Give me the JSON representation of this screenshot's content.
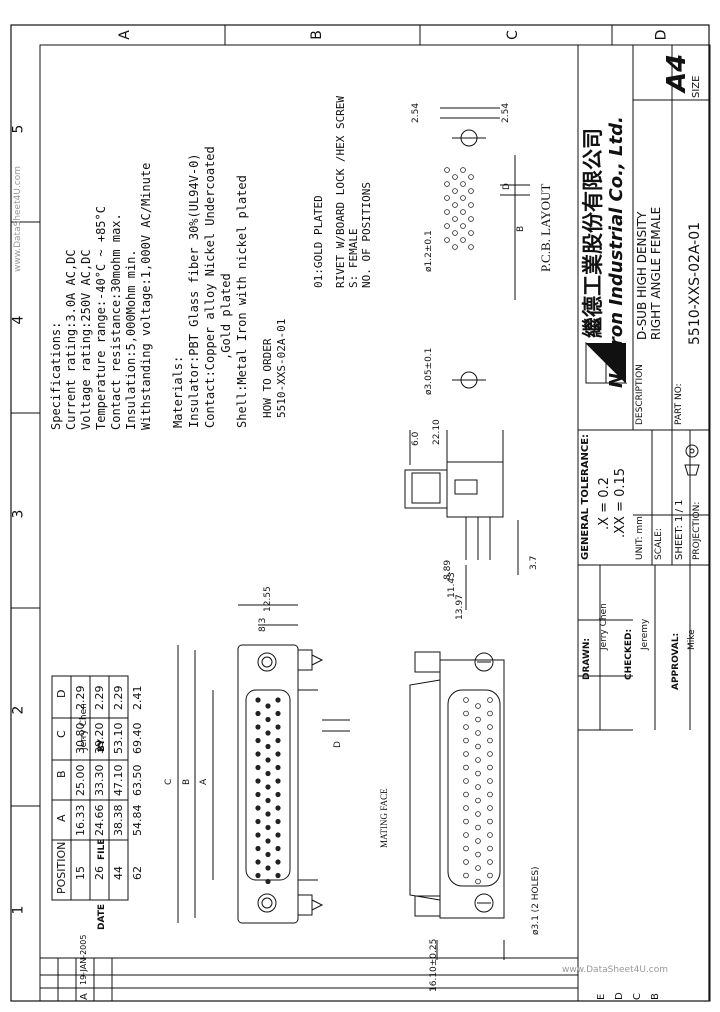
{
  "zones": {
    "top": [
      "A",
      "B",
      "C",
      "D"
    ],
    "left": [
      "5",
      "4",
      "3",
      "2",
      "1"
    ]
  },
  "specs": {
    "heading": "Specifications:",
    "lines": [
      "Current rating:3.0A AC,DC",
      "Voltage rating:250V AC,DC",
      "Temperature range:-40°C ~ +85°C",
      "Contact resistance:30mohm max.",
      "Insulation:5,000Mohm min.",
      "Withstanding voltage:1,000V AC/Minute"
    ]
  },
  "materials": {
    "heading": "Materials:",
    "lines": [
      "Insulator:PBT Glass fiber 30%(UL94V-0)",
      "Contact:Copper alloy Nickel Undercoated",
      ",Gold plated",
      "Shell:Metal Iron with nickel plated"
    ]
  },
  "order": {
    "heading": "HOW TO ORDER",
    "code": "5510-XXS-02A-01",
    "options": [
      "01:GOLD PLATED",
      "RIVET W/BOARD LOCK /HEX SCREW",
      "S: FEMALE",
      "NO. OF POSITIONS"
    ]
  },
  "pcb": {
    "title": "P.C.B. LAYOUT",
    "pitch_a": "2.54",
    "pitch_b": "2.54",
    "hole_small": "ø1.2±0.1",
    "hole_large": "ø3.05±0.1",
    "dim_b": "B",
    "dim_d": "D"
  },
  "side_view": {
    "d1": "6.0",
    "d2": "22.10",
    "d3": "3.7",
    "d4": "8.89",
    "d5": "11.43",
    "d6": "13.97"
  },
  "front_view": {
    "d1": "12.55",
    "d2": "8.3",
    "dim_a": "A",
    "dim_b": "B",
    "dim_c": "C",
    "dim_d": "D"
  },
  "mating": {
    "label": "MATING FACE",
    "hole": "ø3.1 (2 HOLES)",
    "width": "16.10±0.25"
  },
  "dim_table": {
    "headers": [
      "POSITION",
      "A",
      "B",
      "C",
      "D"
    ],
    "rows": [
      [
        "15",
        "16.33",
        "25.00",
        "30.80",
        "2.29"
      ],
      [
        "26",
        "24.66",
        "33.30",
        "39.20",
        "2.29"
      ],
      [
        "44",
        "38.38",
        "47.10",
        "53.10",
        "2.29"
      ],
      [
        "62",
        "54.84",
        "63.50",
        "69.40",
        "2.41"
      ]
    ]
  },
  "title_block": {
    "size_label": "SIZE",
    "size": "A4",
    "company_cn": "繼德工業股份有限公司",
    "company_en": "Neltron Industrial Co., Ltd.",
    "desc_label": "DESCRIPTION",
    "desc_lines": [
      "D-SUB HIGH DENSITY",
      "RIGHT ANGLE FEMALE"
    ],
    "partno_label": "PART NO:",
    "partno": "5510-XXS-02A-01",
    "tolerance_label": "GENERAL TOLERANCE:",
    "tol_lines": [
      ".X = 0.2",
      ".XX = 0.15"
    ],
    "unit": "UNIT: mm",
    "scale": "SCALE:",
    "sheet": "SHEET: 1 / 1",
    "projection": "PROJECTION:",
    "drawn_label": "DRAWN:",
    "drawn_by": "Jerry Chen",
    "checked_label": "CHECKED:",
    "checked_by": "Jeremy",
    "approval_label": "APPROVAL:",
    "approved_by": "Mike"
  },
  "revisions": {
    "letters": [
      "E",
      "D",
      "C",
      "B",
      "A"
    ],
    "row_a": {
      "date": "19-JAN-2005",
      "by": "Jerry Chen"
    },
    "headers": [
      "DATE",
      "FILE",
      "BY"
    ]
  },
  "watermarks": [
    "www.DataSheet4U.com",
    "www.DataSheet4U.com"
  ]
}
